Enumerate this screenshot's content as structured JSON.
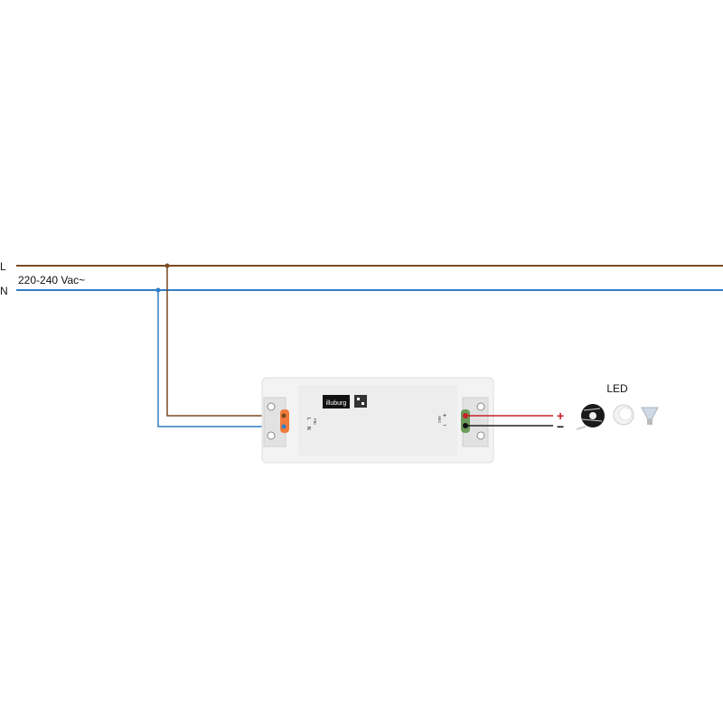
{
  "labels": {
    "live": "L",
    "neutral": "N",
    "voltage": "220-240 Vac~",
    "led": "LED",
    "plus": "+",
    "minus": "−"
  },
  "device": {
    "brand": "illuburg",
    "primary_label": "PRI",
    "primary_l": "L",
    "primary_n": "N",
    "secondary_label": "SEC",
    "secondary_plus": "+",
    "secondary_minus": "−"
  },
  "colors": {
    "live_wire": "#7a4a22",
    "neutral_wire": "#2f7fc6",
    "positive_wire": "#c8202a",
    "negative_wire": "#222222",
    "connector": "#f07a3a"
  },
  "led_icons": [
    "led-strip-icon",
    "downlight-icon",
    "spot-bulb-icon"
  ]
}
